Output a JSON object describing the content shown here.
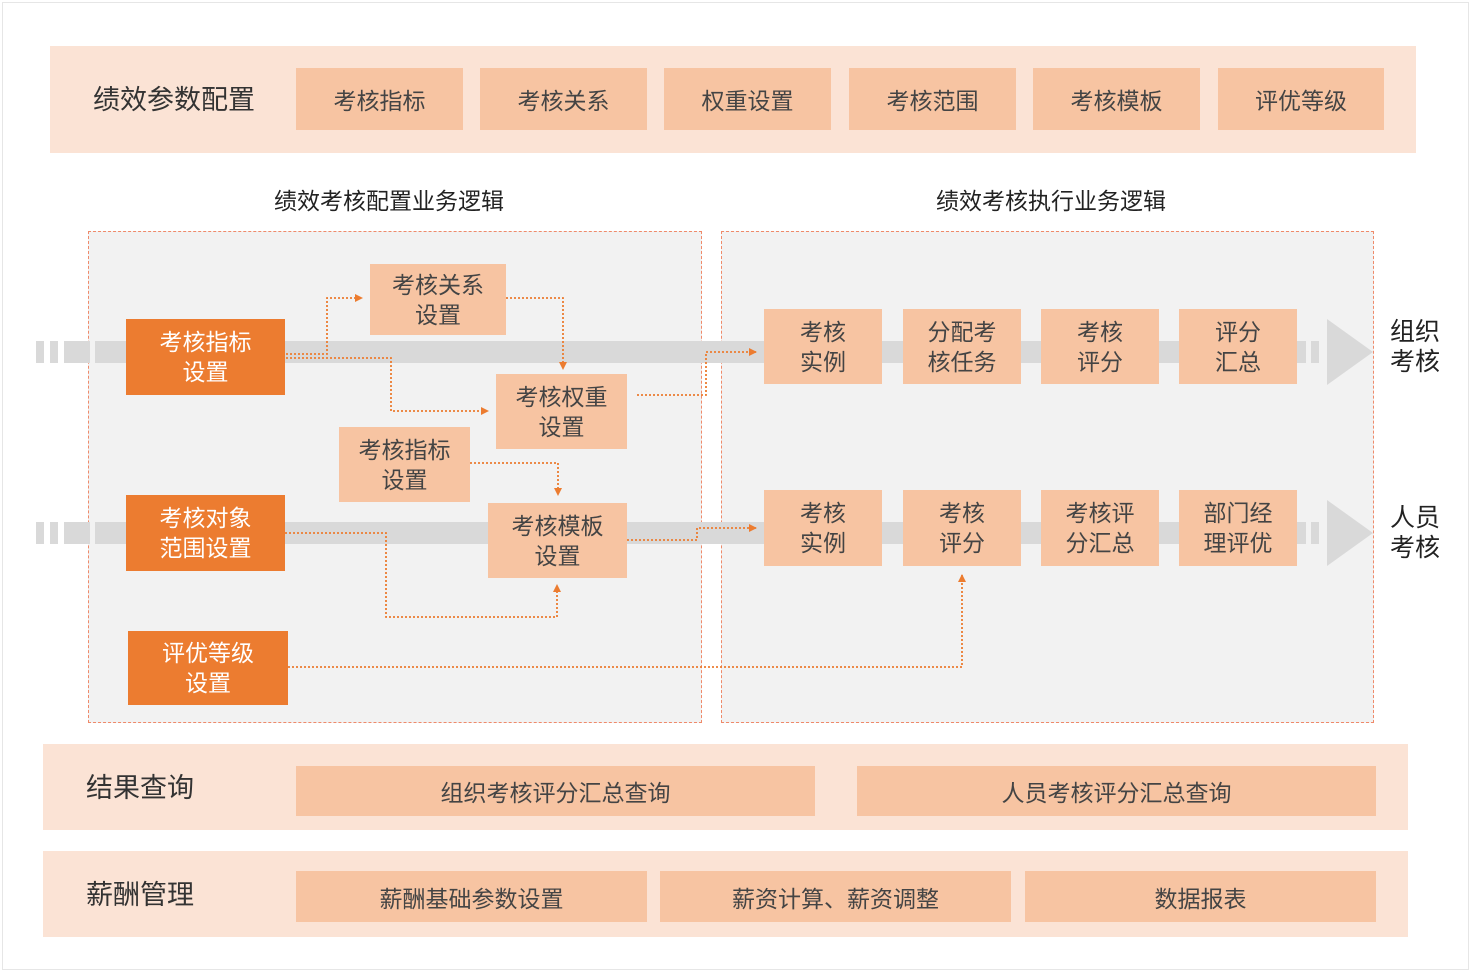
{
  "params": {
    "title": "绩效参数配置",
    "items": [
      "考核指标",
      "考核关系",
      "权重设置",
      "考核范围",
      "考核模板",
      "评优等级"
    ]
  },
  "config_logic": {
    "title": "绩效考核配置业务逻辑",
    "nodes": {
      "indicator_main": "考核指标\n设置",
      "relation": "考核关系\n设置",
      "weight": "考核权重\n设置",
      "indicator_sub": "考核指标\n设置",
      "scope": "考核对象\n范围设置",
      "template": "考核模板\n设置",
      "rating_level": "评优等级\n设置"
    }
  },
  "exec_logic": {
    "title": "绩效考核执行业务逻辑",
    "org_row": {
      "label": "组织\n考核",
      "steps": [
        "考核\n实例",
        "分配考\n核任务",
        "考核\n评分",
        "评分\n汇总"
      ]
    },
    "person_row": {
      "label": "人员\n考核",
      "steps": [
        "考核\n实例",
        "考核\n评分",
        "考核评\n分汇总",
        "部门经\n理评优"
      ]
    }
  },
  "results": {
    "title": "结果查询",
    "items": [
      "组织考核评分汇总查询",
      "人员考核评分汇总查询"
    ]
  },
  "salary": {
    "title": "薪酬管理",
    "items": [
      "薪酬基础参数设置",
      "薪资计算、薪资调整",
      "数据报表"
    ]
  },
  "colors": {
    "band": "#fbe3d5",
    "chip": "#f7c4a2",
    "accent": "#ec7c30",
    "dashed": "#ef8a6a",
    "panel": "#f2f2f2",
    "track": "#d9d9d9"
  }
}
